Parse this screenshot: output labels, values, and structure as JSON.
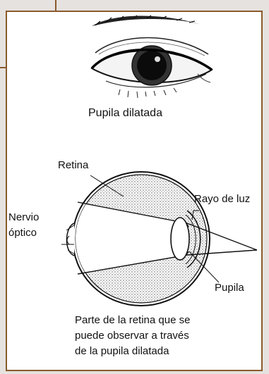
{
  "colors": {
    "frame": "#8a5a2c",
    "card": "#ffffff",
    "background": "#e9e5e3"
  },
  "figure": {
    "caption_top": "Pupila dilatada",
    "labels": {
      "retina": "Retina",
      "rayo_luz": "Rayo de luz",
      "nervio_1": "Nervio",
      "nervio_2": "óptico",
      "pupila": "Pupila"
    },
    "caption_bottom": [
      "Parte de la retina que se",
      "puede observar a través",
      "de la pupila dilatada"
    ]
  }
}
